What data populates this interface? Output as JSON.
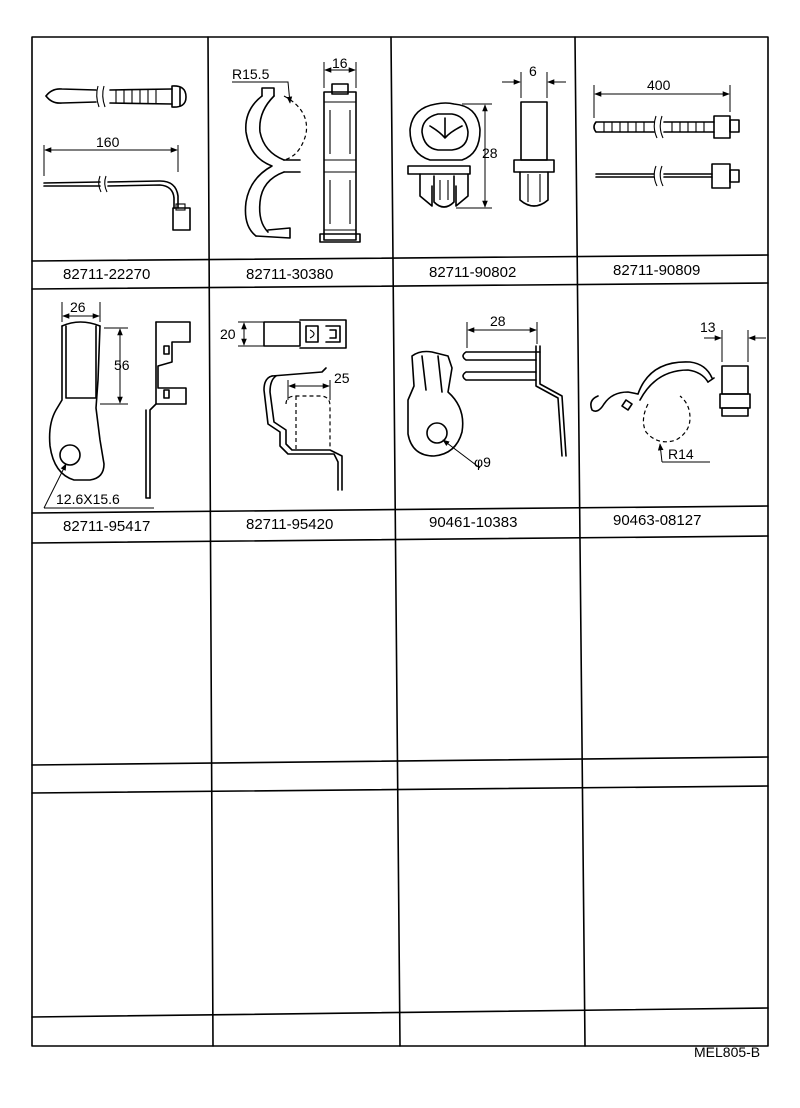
{
  "drawing_code": "MEL805-B",
  "parts": [
    {
      "part_number": "82711-22270",
      "dims": [
        "160"
      ],
      "icon": "cable-tie-icon"
    },
    {
      "part_number": "82711-30380",
      "dims": [
        "R15.5",
        "16"
      ],
      "icon": "double-clamp-icon"
    },
    {
      "part_number": "82711-90802",
      "dims": [
        "28",
        "6"
      ],
      "icon": "push-clip-icon"
    },
    {
      "part_number": "82711-90809",
      "dims": [
        "400"
      ],
      "icon": "cable-tie-clip-icon"
    },
    {
      "part_number": "82711-95417",
      "dims": [
        "26",
        "56",
        "12.6X15.6"
      ],
      "icon": "bracket-icon"
    },
    {
      "part_number": "82711-95420",
      "dims": [
        "20",
        "25"
      ],
      "icon": "wire-bracket-icon"
    },
    {
      "part_number": "90461-10383",
      "dims": [
        "28",
        "φ9"
      ],
      "icon": "eyelet-clamp-icon"
    },
    {
      "part_number": "90463-08127",
      "dims": [
        "13",
        "R14"
      ],
      "icon": "hose-clip-icon"
    }
  ]
}
